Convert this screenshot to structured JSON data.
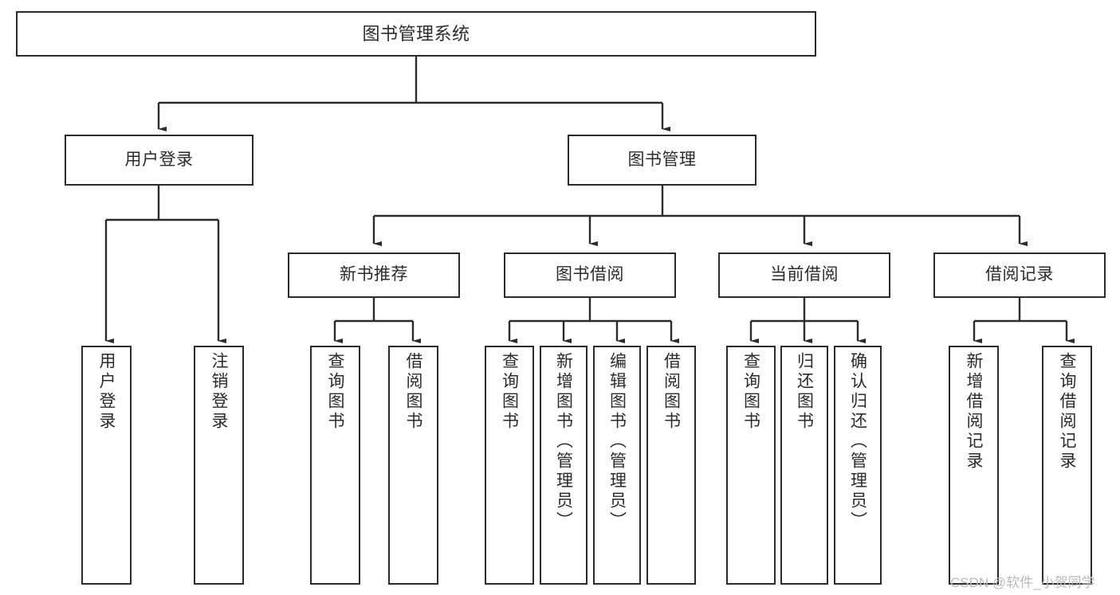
{
  "diagram": {
    "title": "图书管理系统",
    "type": "tree-hierarchy-diagram",
    "watermark": "CSDN @软件_小贺同学",
    "colors": {
      "box_border": "#2b2b2b",
      "box_fill": "#ffffff",
      "edge": "#2b2b2b",
      "text": "#2b2b2b",
      "watermark": "#b9b9b9",
      "background": "#ffffff"
    },
    "root": {
      "label": "图书管理系统"
    },
    "level2": [
      {
        "label": "用户登录"
      },
      {
        "label": "图书管理"
      }
    ],
    "level3": [
      {
        "label": "新书推荐"
      },
      {
        "label": "图书借阅"
      },
      {
        "label": "当前借阅"
      },
      {
        "label": "借阅记录"
      }
    ],
    "leaves": {
      "user_login": [
        {
          "label": "用户登录"
        },
        {
          "label": "注销登录"
        }
      ],
      "new_book_recommend": [
        {
          "label": "查询图书"
        },
        {
          "label": "借阅图书"
        }
      ],
      "book_borrow": [
        {
          "label": "查询图书"
        },
        {
          "label": "新增图书（管理员）"
        },
        {
          "label": "编辑图书（管理员）"
        },
        {
          "label": "借阅图书"
        }
      ],
      "current_borrow": [
        {
          "label": "查询图书"
        },
        {
          "label": "归还图书"
        },
        {
          "label": "确认归还（管理员）"
        }
      ],
      "borrow_record": [
        {
          "label": "新增借阅记录"
        },
        {
          "label": "查询借阅记录"
        }
      ]
    }
  }
}
